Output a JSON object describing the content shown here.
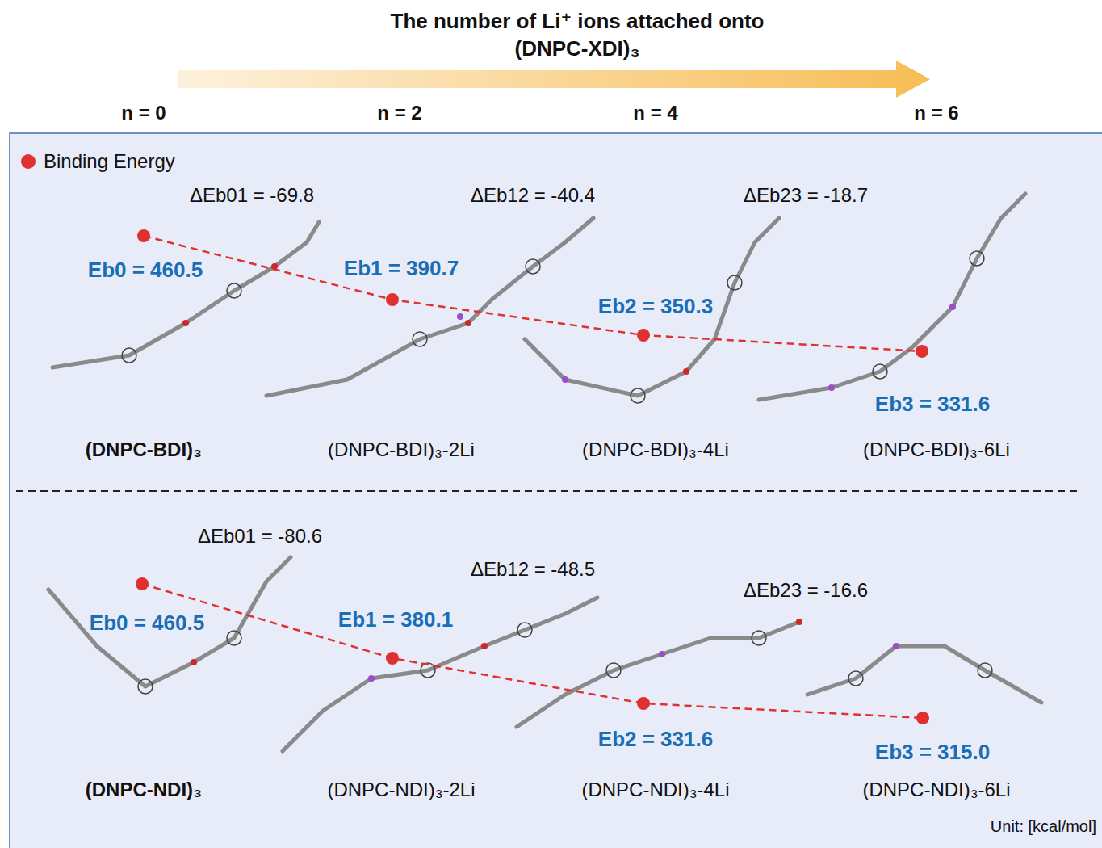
{
  "diagram": {
    "title": "The number of Li⁺ ions attached onto (DNPC-XDI)₃",
    "labels": [
      "n = 0",
      "n = 2",
      "n = 4",
      "n = 6",
      "ΔEb01 = -69.8",
      "Eb0 = 460.5",
      "ΔEb12 = -40.4",
      "Eb1 = 390.7",
      "ΔEb23 = -18.7",
      "Eb2 = 350.3",
      "Eb3 = 331.6",
      "(DNPC-BDI)₃",
      "(DNPC-BDI)₃-2Li",
      "(DNPC-BDI)₃-4Li",
      "(DNPC-BDI)₃-6Li",
      "ΔEb01 = -80.6",
      "Eb0 = 460.5",
      "ΔEb12 = -48.5",
      "Eb1 = 380.1",
      "ΔEb23 = -16.6",
      "Eb2 = 331.6",
      "Eb3 = 315.0",
      "(DNPC-NDI)₃",
      "(DNPC-NDI)₃-2Li",
      "(DNPC-NDI)₃-4Li",
      "(DNPC-NDI)₃-6Li",
      "Unit: [kcal/mol]"
    ],
    "legend": [
      {
        "text": "Binding Energy",
        "color": "#e03131"
      }
    ]
  }
}
